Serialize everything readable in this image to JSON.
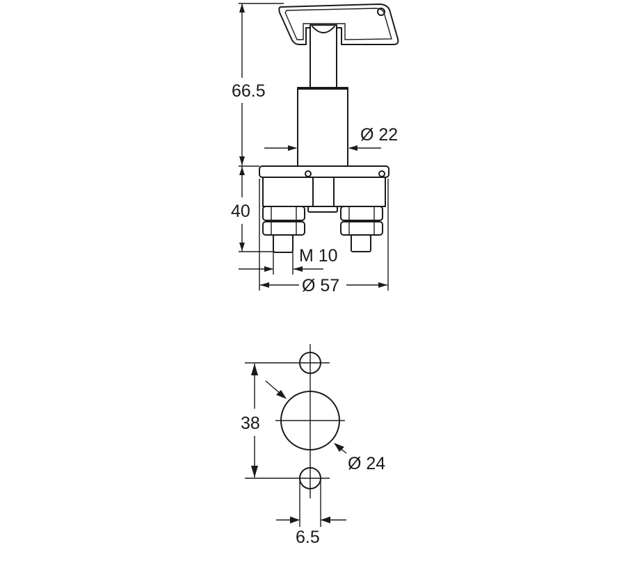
{
  "figure": {
    "subject": "Battery isolator switch with removable key",
    "side_view": {
      "dimensions": {
        "overall_key_height": "66.5",
        "shaft_diameter": "Ø 22",
        "body_height": "40",
        "terminal_thread": "M 10",
        "body_diameter": "Ø 57"
      }
    },
    "mounting_view": {
      "dimensions": {
        "hole_spacing": "38",
        "center_hole_diameter": "Ø 24",
        "fixing_hole_diameter": "6.5"
      }
    }
  },
  "colors": {
    "line": "#1a1a1a",
    "background": "#ffffff"
  }
}
